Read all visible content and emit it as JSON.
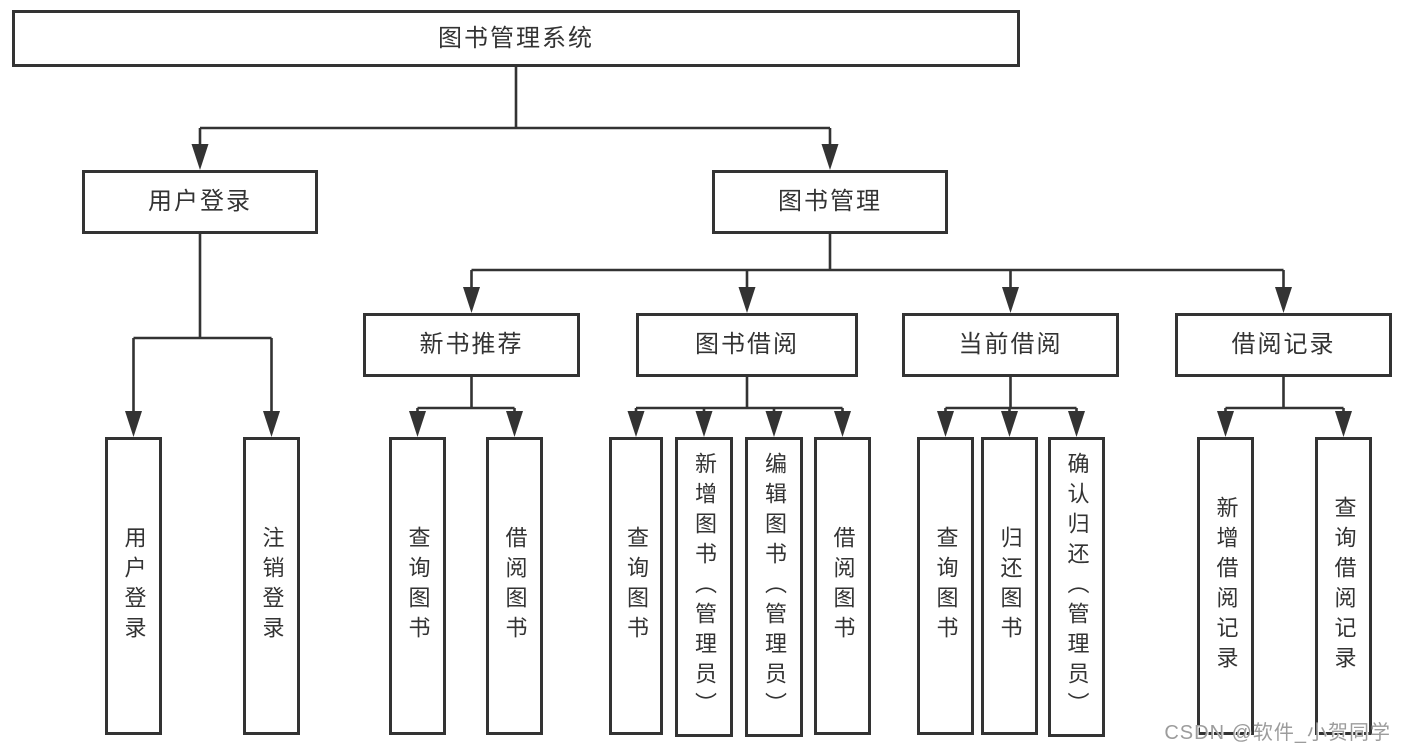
{
  "nodes": {
    "root": {
      "label": "图书管理系统"
    },
    "user_login": {
      "label": "用户登录"
    },
    "book_mgmt": {
      "label": "图书管理"
    },
    "leaf_user_login": {
      "label": "用户登录"
    },
    "leaf_logout": {
      "label": "注销登录"
    },
    "new_rec": {
      "label": "新书推荐"
    },
    "book_borrow": {
      "label": "图书借阅"
    },
    "current_borrow": {
      "label": "当前借阅"
    },
    "borrow_records": {
      "label": "借阅记录"
    },
    "nr_query": {
      "label": "查询图书"
    },
    "nr_borrow": {
      "label": "借阅图书"
    },
    "bb_query": {
      "label": "查询图书"
    },
    "bb_add": {
      "label": "新增图书（管理员）"
    },
    "bb_edit": {
      "label": "编辑图书（管理员）"
    },
    "bb_borrow": {
      "label": "借阅图书"
    },
    "cb_query": {
      "label": "查询图书"
    },
    "cb_return": {
      "label": "归还图书"
    },
    "cb_confirm": {
      "label": "确认归还（管理员）"
    },
    "br_add": {
      "label": "新增借阅记录"
    },
    "br_query": {
      "label": "查询借阅记录"
    }
  },
  "hierarchy": {
    "图书管理系统": [
      "用户登录",
      "图书管理"
    ],
    "用户登录": [
      "用户登录",
      "注销登录"
    ],
    "图书管理": [
      "新书推荐",
      "图书借阅",
      "当前借阅",
      "借阅记录"
    ],
    "新书推荐": [
      "查询图书",
      "借阅图书"
    ],
    "图书借阅": [
      "查询图书",
      "新增图书（管理员）",
      "编辑图书（管理员）",
      "借阅图书"
    ],
    "当前借阅": [
      "查询图书",
      "归还图书",
      "确认归还（管理员）"
    ],
    "借阅记录": [
      "新增借阅记录",
      "查询借阅记录"
    ]
  },
  "watermark": {
    "text": "CSDN @软件_小贺同学"
  },
  "colors": {
    "line": "#333333",
    "text": "#333333",
    "background": "#ffffff",
    "watermark": "#9c9c9c"
  }
}
